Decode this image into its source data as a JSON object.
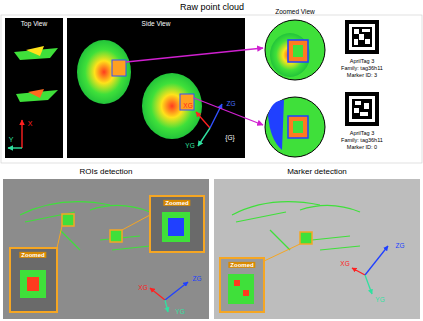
{
  "diagram": {
    "labels": [
      "Raw point cloud",
      "Top View",
      "Side View",
      "Zoomed View",
      "AprilTag 3",
      "Family: tag36h11",
      "Marker ID: 3",
      "AprilTag 3",
      "Family: tag36h11",
      "Marker ID: 0",
      "X",
      "Y",
      "XG",
      "ZG",
      "YG",
      "{G}",
      "ROIs detection",
      "Marker detection",
      "Zoomed",
      "Zoomed",
      "XG",
      "ZG",
      "YG",
      "Zoomed",
      "XG",
      "ZG",
      "YG"
    ]
  }
}
